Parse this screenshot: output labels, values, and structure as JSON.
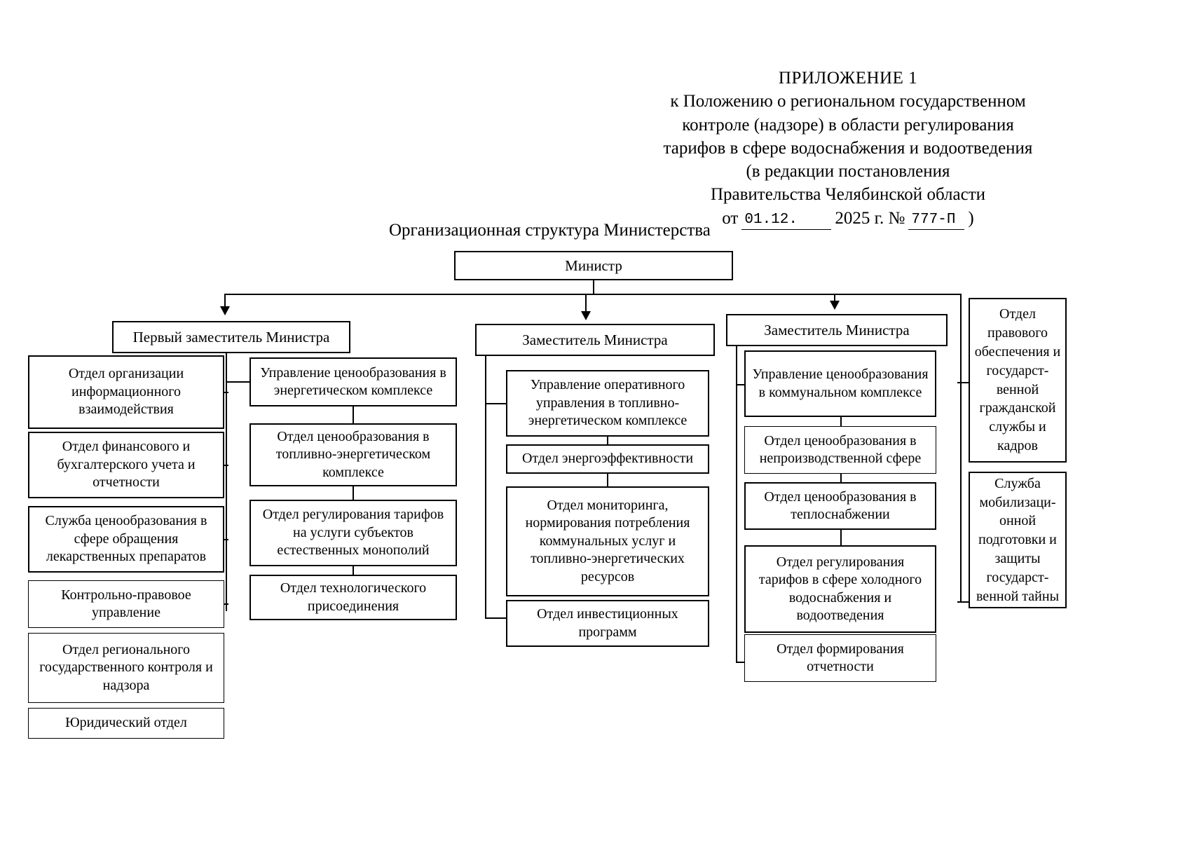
{
  "header": {
    "appendix": "ПРИЛОЖЕНИЕ 1",
    "line2": "к Положению о региональном государственном",
    "line3": "контроле (надзоре) в области регулирования",
    "line4": "тарифов в сфере водоснабжения и водоотведения",
    "line5": "(в редакции постановления",
    "line6": "Правительства Челябинской области",
    "date_prefix": "от",
    "date_value": "01.12.",
    "year_label": "2025 г. №",
    "doc_number": "777-П",
    "closing_paren": ")"
  },
  "chart_title": "Организационная структура Министерства",
  "chart_data": {
    "type": "diagram",
    "root": "Министр",
    "branches": [
      {
        "head": "Первый заместитель Министра",
        "left_units": [
          "Отдел организации информационного взаимодействия",
          "Отдел финансового и бухгалтерского учета и отчетности",
          "Служба ценообразования в сфере обращения лекарственных препаратов",
          "Контрольно-правовое управление",
          "Отдел регионального государственного контроля и надзора",
          "Юридический отдел"
        ],
        "right_units": [
          "Управление ценообразования в энергетическом комплексе",
          "Отдел ценообразования в топливно-энергетическом комплексе",
          "Отдел регулирования тарифов на услуги субъектов естественных монополий",
          "Отдел технологического присоединения"
        ]
      },
      {
        "head": "Заместитель Министра",
        "units": [
          "Управление оперативного управления в топливно-энергетическом комплексе",
          "Отдел энергоэффективности",
          "Отдел мониторинга, нормирования потребления коммунальных услуг и топливно-энергетических ресурсов",
          "Отдел инвестиционных программ"
        ]
      },
      {
        "head": "Заместитель Министра",
        "units": [
          "Управление ценообразования в коммунальном комплексе",
          "Отдел ценообразования в непроизводственной сфере",
          "Отдел ценообразования в теплоснабжении",
          "Отдел регулирования тарифов в сфере холодного водоснабжения и водоотведения",
          "Отдел формирования отчетности"
        ]
      }
    ],
    "direct_units": [
      "Отдел правового обеспечения и государст-венной гражданской службы и кадров",
      "Служба мобилизаци-онной подготовки и защиты государст-венной тайны"
    ]
  },
  "boxes": {
    "minister": "Министр",
    "first_deputy": "Первый заместитель Министра",
    "deputy_2": "Заместитель Министра",
    "deputy_3": "Заместитель Министра",
    "l1": "Отдел организации информационного взаимодействия",
    "l2": "Отдел финансового и бухгалтерского учета и отчетности",
    "l3": "Служба ценообразования в сфере обращения лекарственных препаратов",
    "l4": "Контрольно-правовое управление",
    "l5": "Отдел регионального государственного контроля и надзора",
    "l6": "Юридический отдел",
    "c1": "Управление ценообразования в энергетическом комплексе",
    "c2": "Отдел ценообразования в топливно-энергетическом комплексе",
    "c3": "Отдел регулирования тарифов на услуги субъектов естественных монополий",
    "c4": "Отдел технологического присоединения",
    "m1": "Управление оперативного управления в топливно-энергетическом комплексе",
    "m2": "Отдел энергоэффективности",
    "m3": "Отдел мониторинга, нормирования потребления коммунальных услуг и топливно-энергетических ресурсов",
    "m4": "Отдел инвестиционных программ",
    "r1": "Управление ценообразования в коммунальном комплексе",
    "r2": "Отдел ценообразования в непроизводственной сфере",
    "r3": "Отдел ценообразования в теплоснабжении",
    "r4": "Отдел регулирования тарифов в сфере холодного водоснабжения и водоотведения",
    "r5": "Отдел формирования отчетности",
    "f1": "Отдел правового обеспечения и государст-венной гражданской службы и кадров",
    "f2": "Служба мобилизаци-онной подготовки и защиты государст-венной тайны"
  }
}
